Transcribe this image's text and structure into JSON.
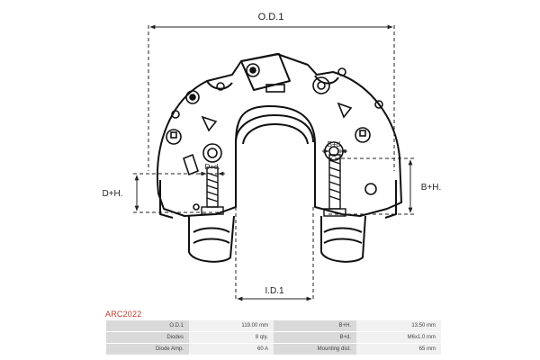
{
  "diagram": {
    "labels": {
      "od": "O.D.1",
      "id": "I.D.1",
      "dh": "D+H.",
      "bh": "B+H.",
      "dd": "D+d.",
      "bd": "B+d."
    }
  },
  "part": {
    "code": "ARC2022"
  },
  "specs": {
    "rows": [
      {
        "k1": "O.D.1",
        "v1": "119.00 mm",
        "k2": "B+H.",
        "v2": "13.50 mm"
      },
      {
        "k1": "Diodes",
        "v1": "8 qty.",
        "k2": "B+d.",
        "v2": "M6x1.0 mm"
      },
      {
        "k1": "Diode Amp.",
        "v1": "60 A",
        "k2": "Mounting dist.",
        "v2": "65 mm"
      }
    ]
  }
}
